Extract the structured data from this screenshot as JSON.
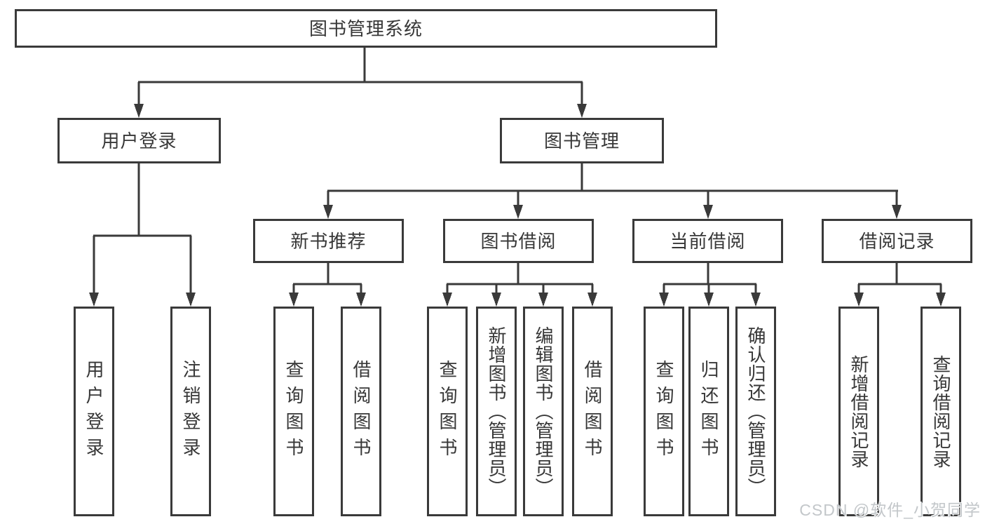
{
  "tree": {
    "root": {
      "label": "图书管理系统"
    },
    "branches": [
      {
        "label": "用户登录",
        "children": [
          "用户登录",
          "注销登录"
        ]
      },
      {
        "label": "图书管理",
        "groups": [
          {
            "label": "新书推荐",
            "children": [
              "查询图书",
              "借阅图书"
            ]
          },
          {
            "label": "图书借阅",
            "children": [
              "查询图书",
              "新增图书（管理员）",
              "编辑图书（管理员）",
              "借阅图书"
            ]
          },
          {
            "label": "当前借阅",
            "children": [
              "查询图书",
              "归还图书",
              "确认归还（管理员）"
            ]
          },
          {
            "label": "借阅记录",
            "children": [
              "新增借阅记录",
              "查询借阅记录"
            ]
          }
        ]
      }
    ]
  },
  "watermark": {
    "text": "CSDN @软件_小贺同学"
  },
  "colors": {
    "line": "#3a3a3a",
    "box_border": "#3a3a3a",
    "text": "#373737",
    "watermark": "#c3c7ca",
    "background": "#ffffff"
  }
}
